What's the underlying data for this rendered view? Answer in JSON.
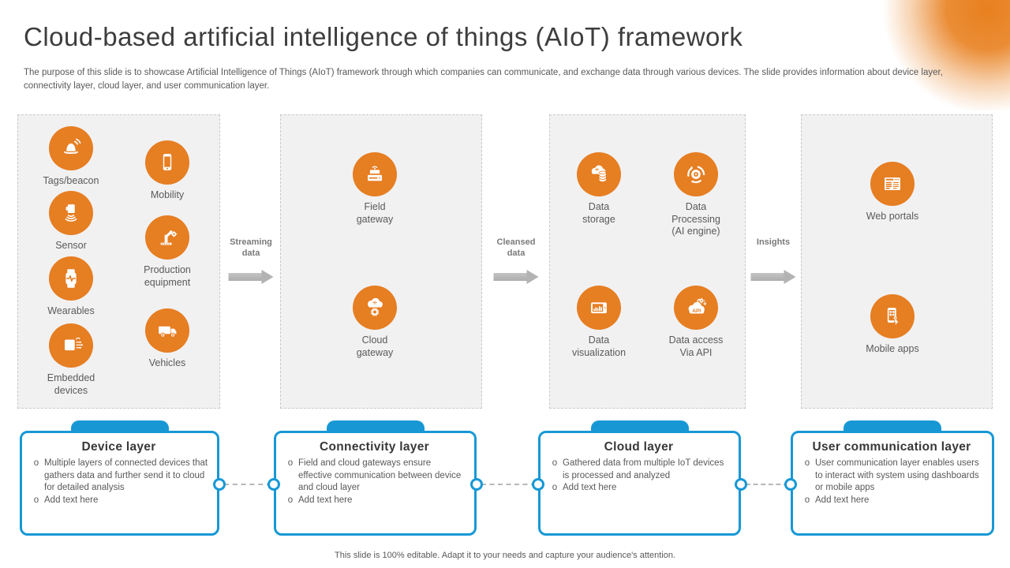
{
  "slide": {
    "title": "Cloud-based artificial intelligence of things (AIoT) framework",
    "subtitle": "The purpose of this slide is to showcase Artificial Intelligence of Things (AIoT) framework through which companies can communicate, and exchange data through various devices. The slide provides information about device layer,  connectivity layer,  cloud layer, and user communication layer.",
    "footer": "This slide is 100% editable. Adapt it to your needs and capture your audience's attention."
  },
  "colors": {
    "accent_orange": "#E67E22",
    "accent_blue": "#1798D5",
    "panel_bg": "#F1F1F2",
    "text_gray": "#595959",
    "arrow_gray": "#B3B3B3"
  },
  "panels": [
    {
      "name": "device layer panel",
      "items": [
        {
          "label": "Tags/beacon",
          "icon": "beacon-bell-icon"
        },
        {
          "label": "Mobility",
          "icon": "smartphone-icon"
        },
        {
          "label": "Sensor",
          "icon": "sensor-waves-icon"
        },
        {
          "label": "Production equipment",
          "icon": "robotic-arm-icon"
        },
        {
          "label": "Wearables",
          "icon": "smartwatch-icon"
        },
        {
          "label": "Vehicles",
          "icon": "truck-icon"
        },
        {
          "label": "Embedded devices",
          "icon": "embedded-chip-icon"
        }
      ]
    },
    {
      "name": "connectivity layer panel",
      "items": [
        {
          "label": "Field gateway",
          "icon": "field-gateway-icon"
        },
        {
          "label": "Cloud gateway",
          "icon": "cloud-gateway-icon"
        }
      ]
    },
    {
      "name": "cloud layer panel",
      "items": [
        {
          "label": "Data storage",
          "icon": "cloud-database-icon"
        },
        {
          "label": "Data Processing (AI engine)",
          "icon": "process-gear-icon"
        },
        {
          "label": "Data visualization",
          "icon": "chart-tablet-icon"
        },
        {
          "label": "Data access Via API",
          "icon": "api-cloud-icon"
        }
      ]
    },
    {
      "name": "user communication layer panel",
      "items": [
        {
          "label": "Web portals",
          "icon": "browser-window-icon"
        },
        {
          "label": "Mobile apps",
          "icon": "mobile-tap-icon"
        }
      ]
    }
  ],
  "arrows": [
    {
      "label": "Streaming data"
    },
    {
      "label": "Cleansed data"
    },
    {
      "label": "Insights"
    }
  ],
  "layers": [
    {
      "title": "Device layer",
      "bullets": [
        "Multiple layers of connected devices that gathers data and further send it to cloud for detailed analysis",
        "Add text here"
      ]
    },
    {
      "title": "Connectivity layer",
      "bullets": [
        "Field and cloud gateways ensure effective communication between device and cloud layer",
        "Add text here"
      ]
    },
    {
      "title": "Cloud layer",
      "bullets": [
        "Gathered data from multiple IoT devices is processed and analyzed",
        "Add text here"
      ]
    },
    {
      "title": "User communication layer",
      "bullets": [
        "User communication layer enables users to interact with system using dashboards or mobile apps",
        "Add text here"
      ]
    }
  ],
  "bullet_marker": "o"
}
